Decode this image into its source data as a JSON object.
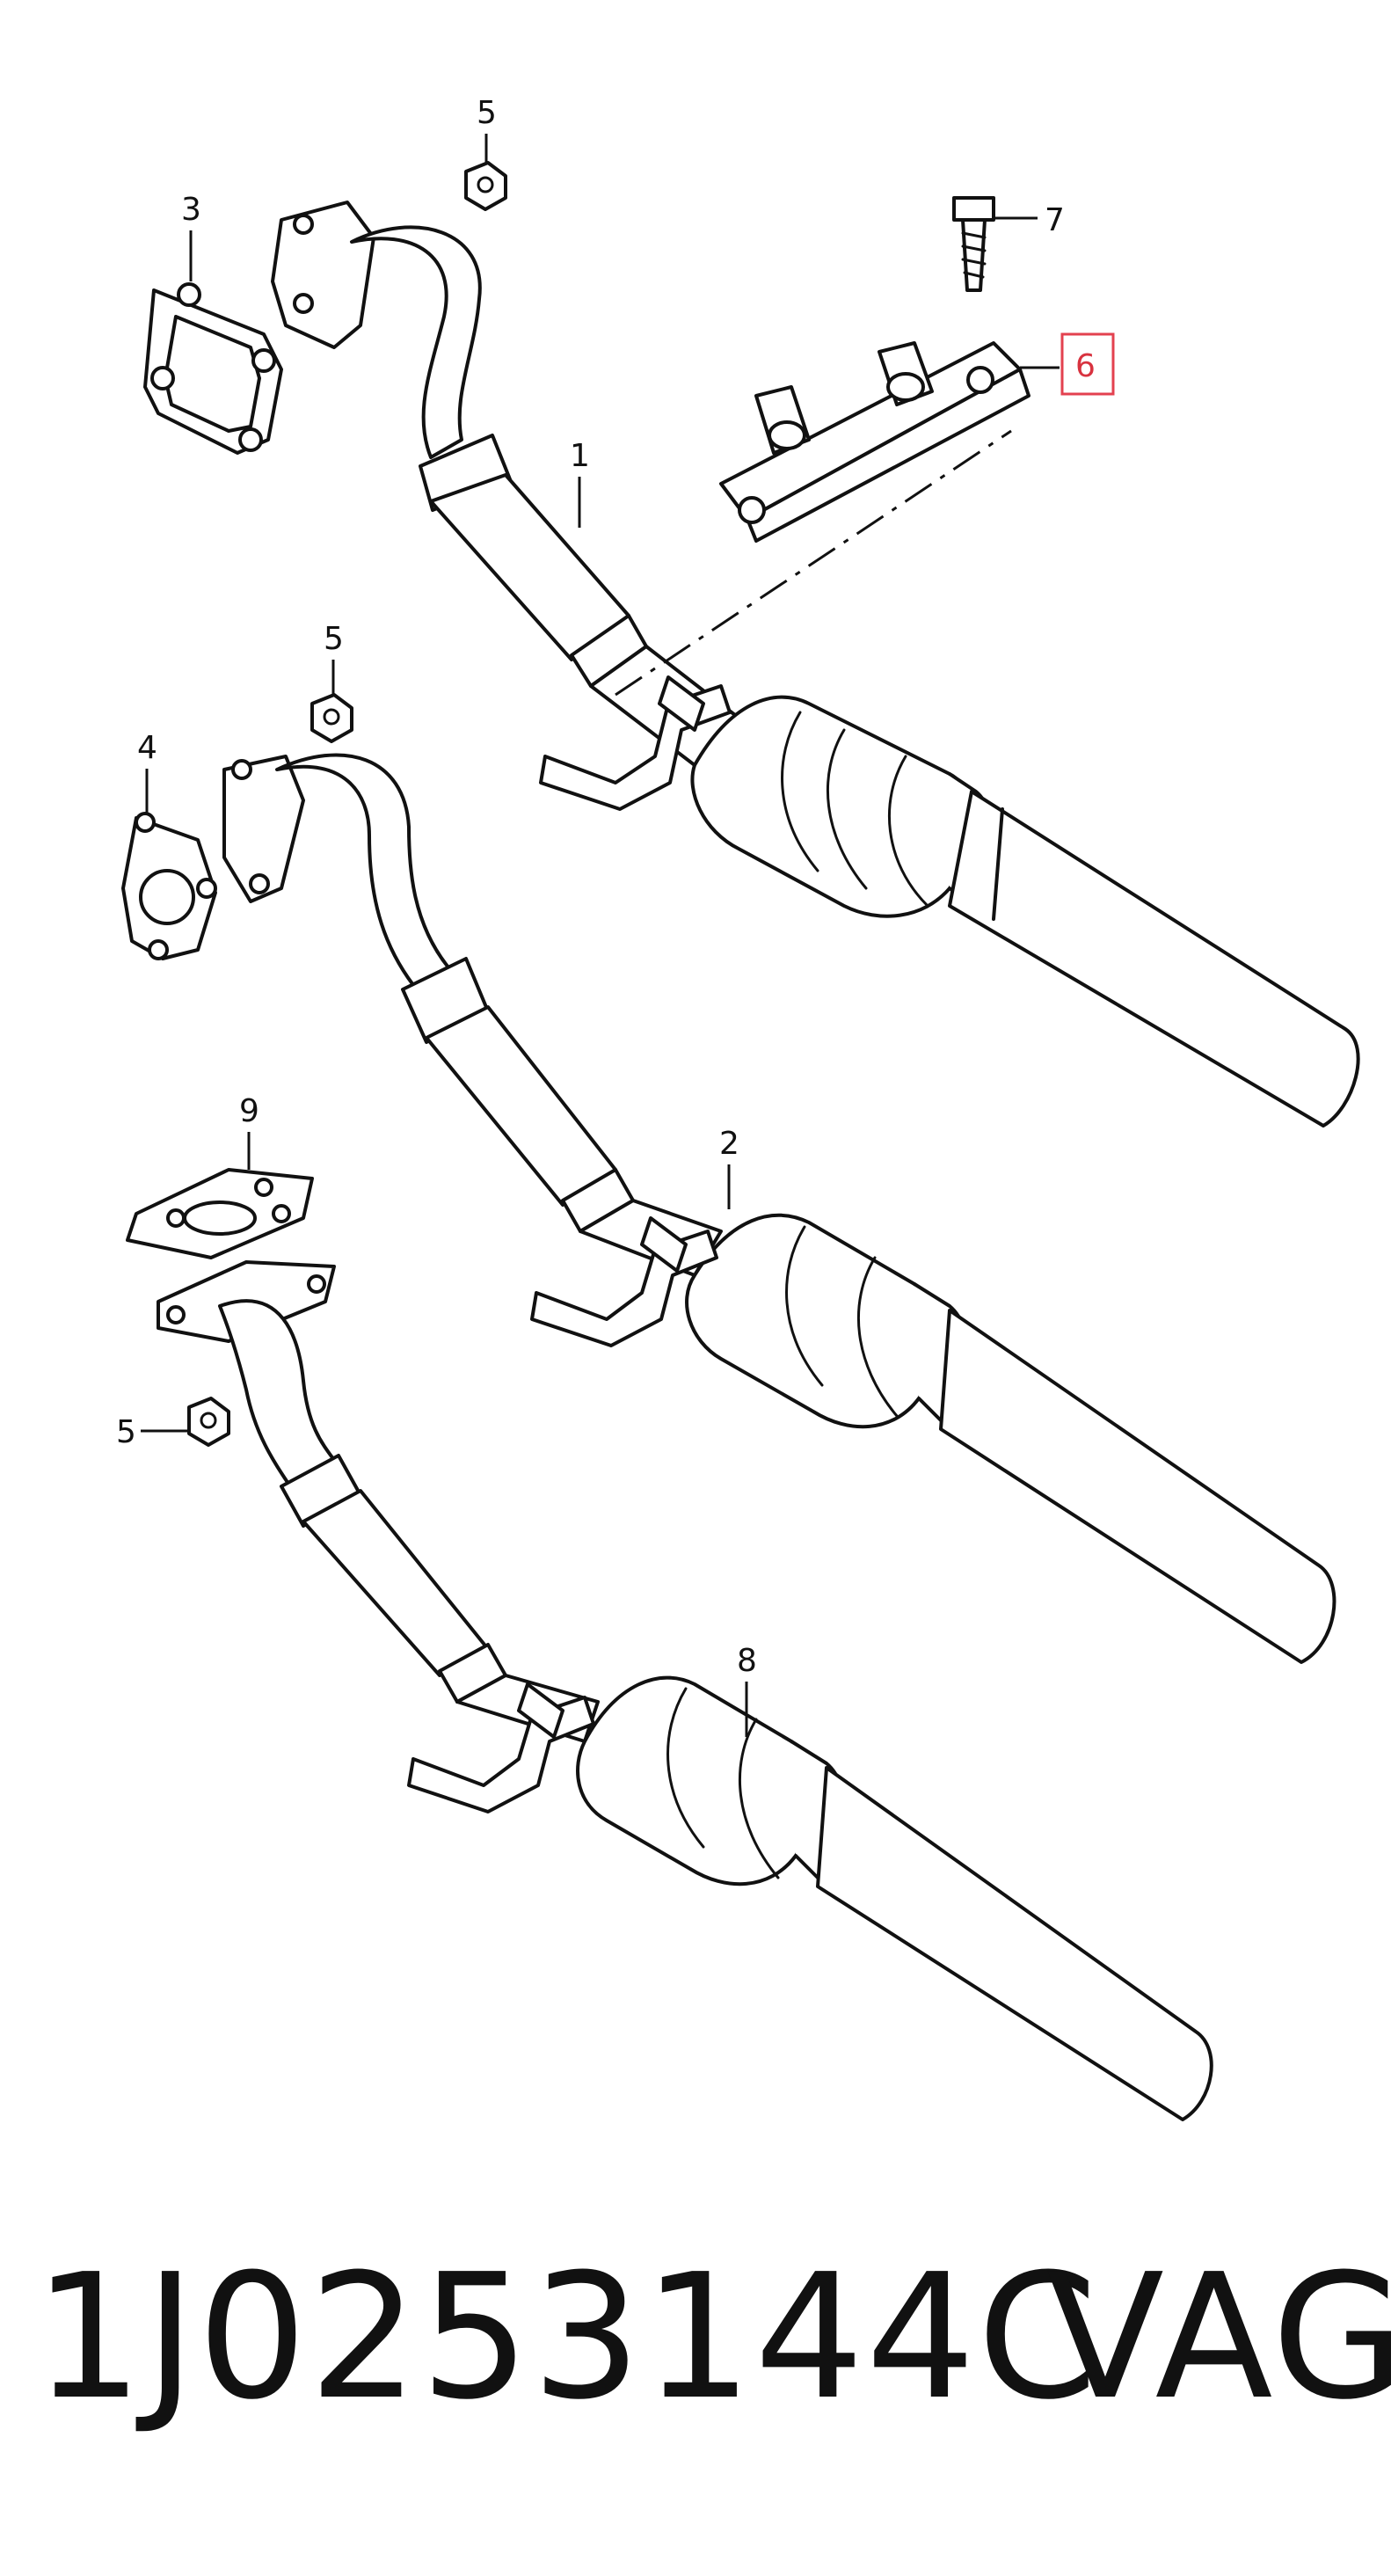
{
  "callouts": {
    "c1": "1",
    "c2": "2",
    "c3": "3",
    "c4": "4",
    "c5a": "5",
    "c5b": "5",
    "c5c": "5",
    "c6": "6",
    "c7": "7",
    "c8": "8",
    "c9": "9"
  },
  "highlighted_callout": "6",
  "highlight_color": "#e3414f",
  "caption": {
    "part_number": "1J0253144C",
    "brand": "VAG"
  }
}
